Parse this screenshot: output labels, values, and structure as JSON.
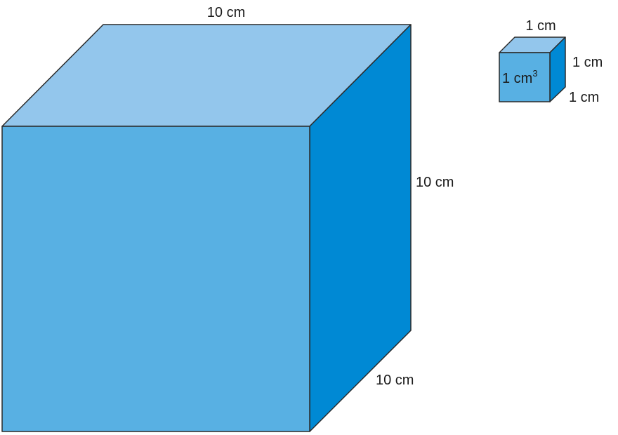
{
  "colors": {
    "front": "#58b0e3",
    "top": "#93c6ec",
    "side": "#0089d4",
    "edge": "#2b2b2b",
    "text": "#1a1a1a"
  },
  "large_cube": {
    "top_edge_label": "10 cm",
    "right_edge_label": "10 cm",
    "depth_edge_label": "10 cm"
  },
  "small_cube": {
    "top_edge_label": "1 cm",
    "right_edge_label": "1 cm",
    "depth_edge_label": "1 cm",
    "face_label": "1 cm",
    "face_label_exponent": "3"
  }
}
